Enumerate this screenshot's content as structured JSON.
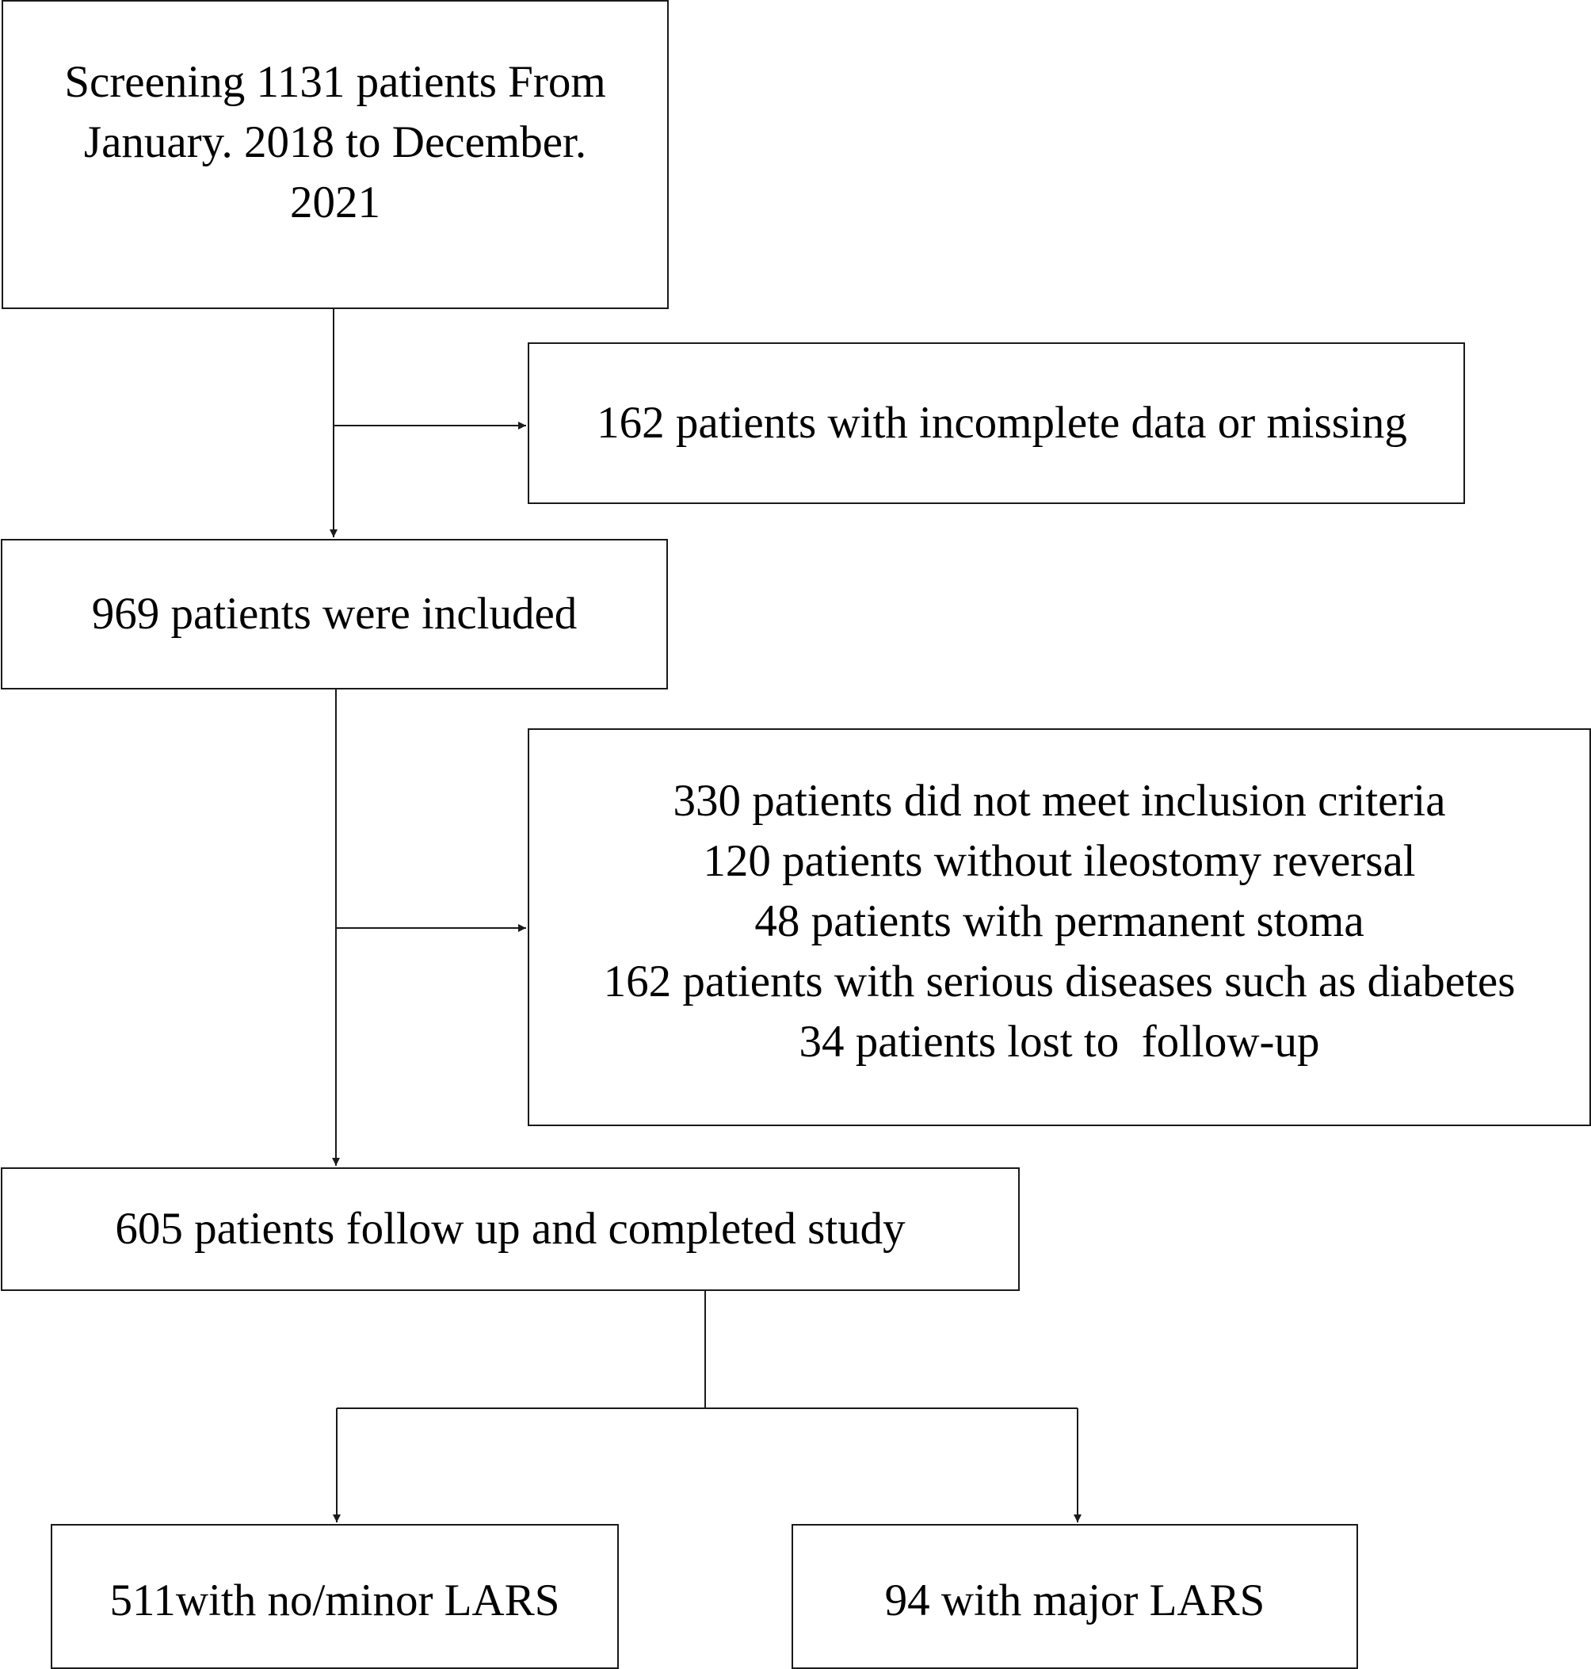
{
  "flowchart": {
    "screening": {
      "lines": [
        "Screening 1131 patients From",
        "January. 2018 to December.",
        "2021"
      ]
    },
    "incomplete": {
      "lines": [
        "162 patients with incomplete data or missing"
      ]
    },
    "included": {
      "lines": [
        "969 patients were included"
      ]
    },
    "excluded": {
      "lines": [
        "330 patients did not meet inclusion criteria",
        "120 patients without ileostomy reversal",
        "48 patients with permanent stoma",
        "162 patients with serious diseases such as diabetes",
        "34 patients lost to  follow-up"
      ]
    },
    "completed": {
      "lines": [
        "605 patients follow up and completed study"
      ]
    },
    "minor_lars": {
      "lines": [
        "511with no/minor LARS"
      ]
    },
    "major_lars": {
      "lines": [
        "94 with major LARS"
      ]
    }
  },
  "colors": {
    "line": "#1a1a1a",
    "background": "#ffffff"
  }
}
